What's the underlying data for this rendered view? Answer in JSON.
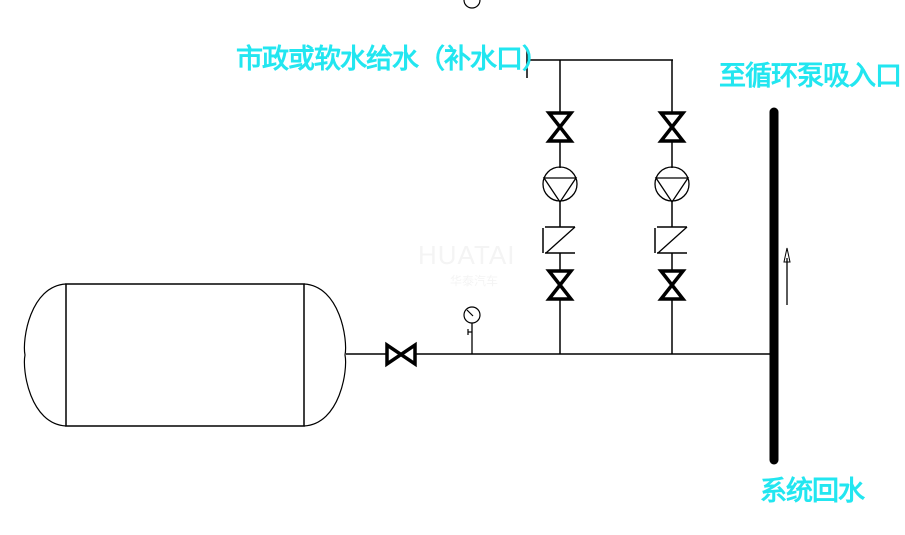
{
  "diagram": {
    "type": "water-supply-schematic",
    "colors": {
      "label": "#22e6f0",
      "line": "#000000",
      "background": "#ffffff"
    },
    "labels": {
      "supply_inlet": "市政或软水给水（补水口）",
      "pump_suction_outlet": "至循环泵吸入口",
      "system_return": "系统回水"
    },
    "watermark": {
      "text": "HUATAI",
      "subtext": "华泰汽车"
    },
    "components": {
      "tank": "expansion-tank",
      "main_valve": "gate-valve",
      "gauge": "pressure-gauge",
      "pump_branches": [
        {
          "id": "pump-1",
          "items": [
            "gate-valve",
            "pump",
            "check-valve",
            "gate-valve"
          ]
        },
        {
          "id": "pump-2",
          "items": [
            "gate-valve",
            "pump",
            "check-valve",
            "gate-valve"
          ]
        }
      ],
      "header": "return-header",
      "flow_direction": "up"
    }
  }
}
